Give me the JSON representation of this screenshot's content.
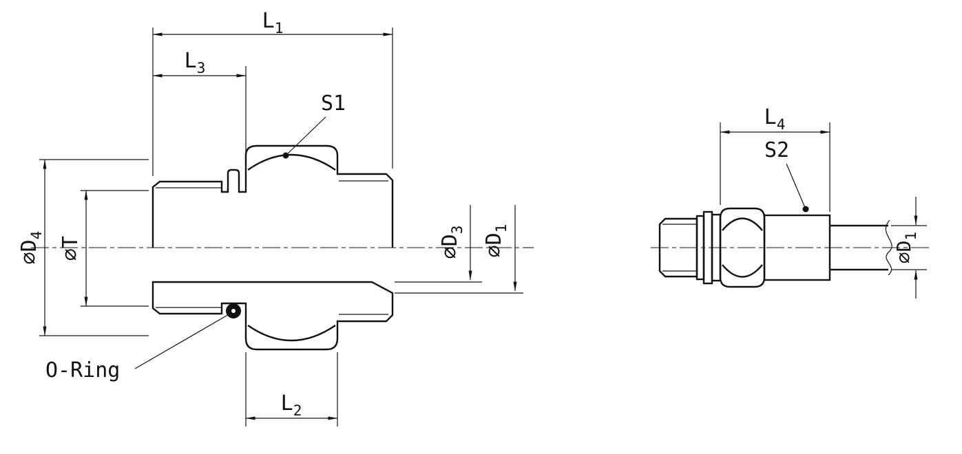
{
  "page": {
    "background": "#ffffff",
    "line_color": "#111111"
  },
  "left_figure": {
    "name": "male-stud-fitting-half-section-view",
    "dims": {
      "l1": {
        "base": "L",
        "sub": "1"
      },
      "l3": {
        "base": "L",
        "sub": "3"
      },
      "l2": {
        "base": "L",
        "sub": "2"
      },
      "d4": {
        "base": "⌀D",
        "sub": "4"
      },
      "t": {
        "base": "⌀T",
        "sub": ""
      },
      "d3": {
        "base": "⌀D",
        "sub": "3"
      },
      "d1": {
        "base": "⌀D",
        "sub": "1"
      }
    },
    "callouts": {
      "s1": "S1",
      "oring": "O-Ring"
    }
  },
  "right_figure": {
    "name": "fitting-side-view-with-tube",
    "dims": {
      "l4": {
        "base": "L",
        "sub": "4"
      },
      "d1": {
        "base": "⌀D",
        "sub": "1"
      }
    },
    "callouts": {
      "s2": "S2"
    }
  }
}
